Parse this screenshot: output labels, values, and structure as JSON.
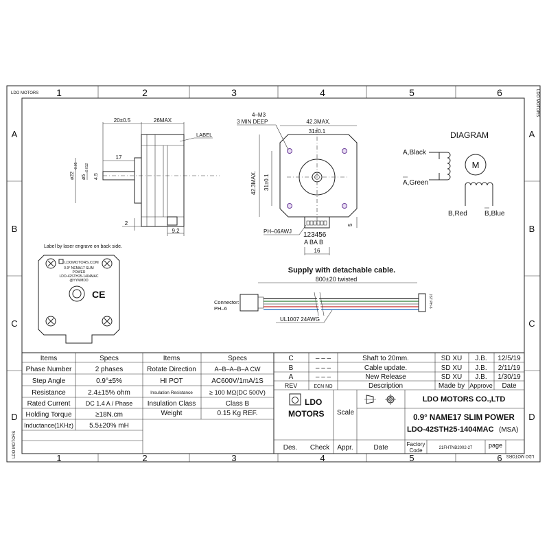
{
  "frame": {
    "corner_label": "LDO MOTORS",
    "col_labels": [
      "1",
      "2",
      "3",
      "4",
      "5",
      "6"
    ],
    "row_labels": [
      "A",
      "B",
      "C",
      "D"
    ]
  },
  "side_view": {
    "dim_20": "20±0.5",
    "dim_26": "26MAX",
    "dim_label": "LABEL",
    "dim_17": "17",
    "dim_d22": "ø22",
    "dim_d22_tol": "-0.05",
    "dim_d5": "ø5",
    "dim_d5_tol": "-0.012",
    "dim_45": "4.5",
    "dim_2": "2",
    "dim_92": "9.2"
  },
  "front_view": {
    "screw_note_1": "4–M3",
    "screw_note_2": "3 MIN DEEP",
    "dim_423_top": "42.3MAX.",
    "dim_31_top": "31±0.1",
    "dim_423_left": "42.3MAX.",
    "dim_31_left": "31±0.1",
    "dim_5": "5",
    "connector": "PH–06AWJ",
    "pins": "123456",
    "pin_letters": "A  BA  B",
    "dim_16": "16"
  },
  "diagram": {
    "title": "DIAGRAM",
    "motor": "M",
    "a_black": "A,Black",
    "a_green": "A,Green",
    "b_red": "B,Red",
    "b_blue": "B,Blue"
  },
  "label_view": {
    "note": "Label by laser engrave on back side.",
    "brand": "LDOMOTORS.COM",
    "line1": "0.9° NEMA17 SLIM",
    "line2": "POWER",
    "line3": "LDO-42STH25-1404MAC",
    "line4": "@YYMMDD",
    "ce": "CE"
  },
  "cable": {
    "title": "Supply with detachable cable.",
    "length": "800±20  twisted",
    "connector_label_1": "Connector:",
    "connector_label_2": "PH–6",
    "wire": "UL1007  24AWG",
    "end_label": "JST PH-6"
  },
  "specs_table": {
    "headers": [
      "Items",
      "Specs",
      "Items",
      "Specs"
    ],
    "rows": [
      [
        "Phase Number",
        "2 phases",
        "Rotate Direction",
        "A–B–A–B–A CW"
      ],
      [
        "Step Angle",
        "0.9°±5%",
        "HI POT",
        "AC600V/1mA/1S"
      ],
      [
        "Resistance",
        "2.4±15% ohm",
        "Insulation Resistance",
        "≥ 100 MΩ(DC 500V)"
      ],
      [
        "Rated Current",
        "DC 1.4 A / Phase",
        "Insulation Class",
        "Class B"
      ],
      [
        "Holding Torque",
        "≥18N.cm",
        "Weight",
        "0.15 Kg  REF."
      ],
      [
        "Inductance(1KHz)",
        "5.5±20% mH",
        "",
        ""
      ]
    ]
  },
  "revisions": {
    "rows": [
      [
        "C",
        "– – –",
        "Shaft to 20mm.",
        "SD XU",
        "J.B.",
        "12/5/19"
      ],
      [
        "B",
        "– – –",
        "Cable update.",
        "SD XU",
        "J.B.",
        "2/11/19"
      ],
      [
        "A",
        "– – –",
        "New Release",
        "SD XU",
        "J.B.",
        "1/30/19"
      ]
    ],
    "headers": [
      "REV",
      "ECN NO",
      "Description",
      "Made by",
      "Approve",
      "Date"
    ]
  },
  "title_block": {
    "logo_top": "LDO",
    "logo_bottom": "MOTORS",
    "scale": "Scale",
    "company": "LDO MOTORS CO.,LTD",
    "title_line1": "0.9° NAME17 SLIM POWER",
    "title_line2": "LDO-42STH25-1404MAC",
    "title_suffix": "(MSA)",
    "footer": [
      "Des.",
      "Check",
      "Appr.",
      "Date"
    ],
    "factory_code_label_1": "Factory",
    "factory_code_label_2": "Code",
    "factory_code": "21FHTNB2002-27",
    "page": "page"
  }
}
